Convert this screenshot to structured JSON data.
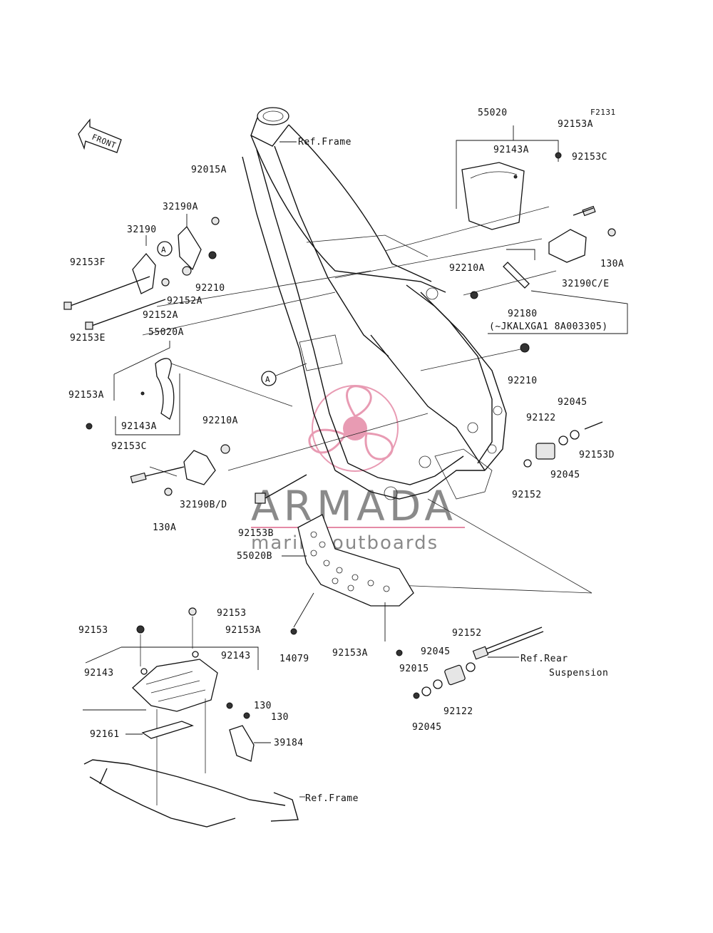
{
  "figure_code": "F2131",
  "front_arrow": {
    "label": "FRONT"
  },
  "watermark": {
    "brand": "ARMADA",
    "tagline": "marine outboards",
    "colors": {
      "logo": "#e58aa6",
      "text": "#8a8a8a"
    }
  },
  "callouts": {
    "ref_frame_top": "Ref.Frame",
    "ref_frame_bottom": "Ref.Frame",
    "ref_rear_suspension_1": "Ref.Rear",
    "ref_rear_suspension_2": "Suspension",
    "marker_a": "A",
    "serial_note": "(~JKALXGA1 8A003305)"
  },
  "parts": [
    "55020",
    "92153A",
    "92143A",
    "92153C",
    "130A",
    "32190C/E",
    "92210A",
    "92180",
    "92210",
    "92045",
    "92122",
    "92153D",
    "92152",
    "92015A",
    "32190A",
    "32190",
    "92153F",
    "92210",
    "92152A",
    "92152A",
    "92153E",
    "55020A",
    "92153A",
    "92143A",
    "92210A",
    "92153C",
    "32190B/D",
    "130A",
    "92153B",
    "55020B",
    "92153",
    "92153A",
    "92153",
    "92143",
    "92143",
    "14079",
    "92153A",
    "92152",
    "92045",
    "92015",
    "92122",
    "92045",
    "130",
    "130",
    "39184",
    "92161",
    "92045"
  ]
}
